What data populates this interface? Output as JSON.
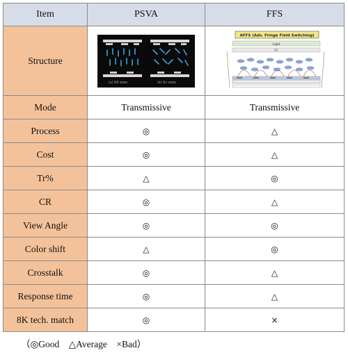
{
  "headers": [
    "Item",
    "PSVA",
    "FFS"
  ],
  "structure_label": "Structure",
  "psva_image": {
    "caption_left": "(a) Off state",
    "caption_right": "(b) On state"
  },
  "ffs_image": {
    "title": "AFFS (Adv. Fringe Field Switching)",
    "light_label": "Light",
    "cf_label": "CF"
  },
  "rows": [
    {
      "item": "Mode",
      "psva": "Transmissive",
      "ffs": "Transmissive"
    },
    {
      "item": "Process",
      "psva": "◎",
      "ffs": "△"
    },
    {
      "item": "Cost",
      "psva": "◎",
      "ffs": "△"
    },
    {
      "item": "Tr%",
      "psva": "△",
      "ffs": "◎"
    },
    {
      "item": "CR",
      "psva": "◎",
      "ffs": "△"
    },
    {
      "item": "View Angle",
      "psva": "◎",
      "ffs": "◎"
    },
    {
      "item": "Color shift",
      "psva": "△",
      "ffs": "◎"
    },
    {
      "item": "Crosstalk",
      "psva": "◎",
      "ffs": "△"
    },
    {
      "item": "Response time",
      "psva": "◎",
      "ffs": "△"
    },
    {
      "item": "8K tech. match",
      "psva": "◎",
      "ffs": "×"
    }
  ],
  "legend": "（◎Good　△Average　×Bad）"
}
